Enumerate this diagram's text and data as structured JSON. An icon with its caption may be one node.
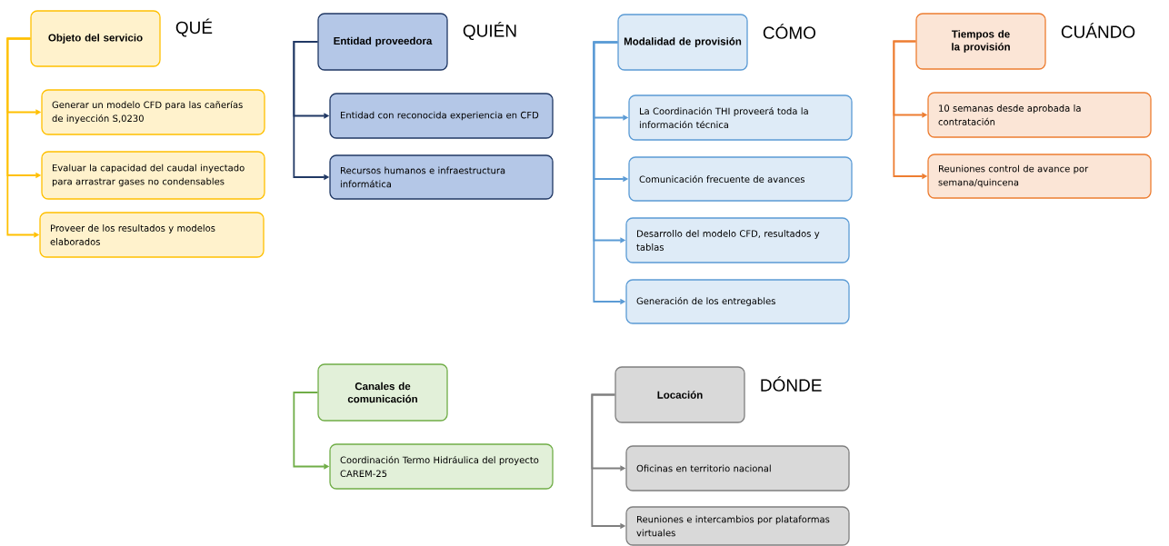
{
  "diagram": {
    "nodes": [
      {
        "text": [
          "Objeto del servicio"
        ],
        "beside": [
          "QUÉ"
        ]
      },
      {
        "text": [
          "Generar un modelo CFD para las cañerías de inyección S,0230"
        ]
      },
      {
        "text": [
          "Evaluar la capacidad del caudal inyectado para arrastrar gases no condensables"
        ]
      },
      {
        "text": [
          "Proveer de los resultados y modelos elaborados"
        ]
      },
      {
        "text": [
          "Entidad proveedora"
        ],
        "beside": [
          "QUIÉN"
        ]
      },
      {
        "text": [
          "Entidad con reconocida experiencia en CFD"
        ]
      },
      {
        "text": [
          "Recursos humanos e infraestructura informática"
        ]
      },
      {
        "text": [
          "Modalidad de provisión"
        ],
        "beside": [
          "CÓMO"
        ]
      },
      {
        "text": [
          "La Coordinación THI proveerá toda la información técnica"
        ]
      },
      {
        "text": [
          "Comunicación frecuente de avances"
        ]
      },
      {
        "text": [
          "Desarrollo del modelo CFD, resultados y tablas"
        ]
      },
      {
        "text": [
          "Generación de los entregables"
        ]
      },
      {
        "text": [
          "Tiempos de la provisión"
        ],
        "beside": [
          "CUÁNDO"
        ]
      },
      {
        "text": [
          "10 semanas desde aprobada la contratación"
        ]
      },
      {
        "text": [
          "Reuniones control de avance por semana/quincena"
        ]
      },
      {
        "text": [
          "Canales de comunicación"
        ]
      },
      {
        "text": [
          "Coordinación Termo Hidráulica del proyecto CAREM-25"
        ]
      },
      {
        "text": [
          "Locación"
        ],
        "beside": [
          "DÓNDE"
        ]
      },
      {
        "text": [
          "Oficinas en territorio nacional"
        ]
      },
      {
        "text": [
          "Reuniones e intercambios por plataformas virtuales"
        ]
      }
    ],
    "edges": [
      {
        "from": 0,
        "to": 1,
        "arrow": "to",
        "color": "#ffc000"
      },
      {
        "from": 0,
        "to": 2,
        "arrow": "to",
        "color": "#ffc000"
      },
      {
        "from": 0,
        "to": 3,
        "arrow": "to",
        "color": "#ffc000"
      },
      {
        "from": 4,
        "to": 5,
        "arrow": "to",
        "color": "#203864"
      },
      {
        "from": 4,
        "to": 6,
        "arrow": "to",
        "color": "#203864"
      },
      {
        "from": 7,
        "to": 8,
        "arrow": "to",
        "color": "#5b9bd5"
      },
      {
        "from": 7,
        "to": 9,
        "arrow": "to",
        "color": "#5b9bd5"
      },
      {
        "from": 7,
        "to": 10,
        "arrow": "to",
        "color": "#5b9bd5"
      },
      {
        "from": 7,
        "to": 11,
        "arrow": "to",
        "color": "#5b9bd5"
      },
      {
        "from": 12,
        "to": 13,
        "arrow": "to",
        "color": "#ed7d31"
      },
      {
        "from": 12,
        "to": 14,
        "arrow": "to",
        "color": "#ed7d31"
      },
      {
        "from": 15,
        "to": 16,
        "arrow": "to",
        "color": "#70ad47"
      },
      {
        "from": 17,
        "to": 18,
        "arrow": "to",
        "color": "#7f7f7f"
      },
      {
        "from": 17,
        "to": 19,
        "arrow": "to",
        "color": "#7f7f7f"
      }
    ]
  }
}
